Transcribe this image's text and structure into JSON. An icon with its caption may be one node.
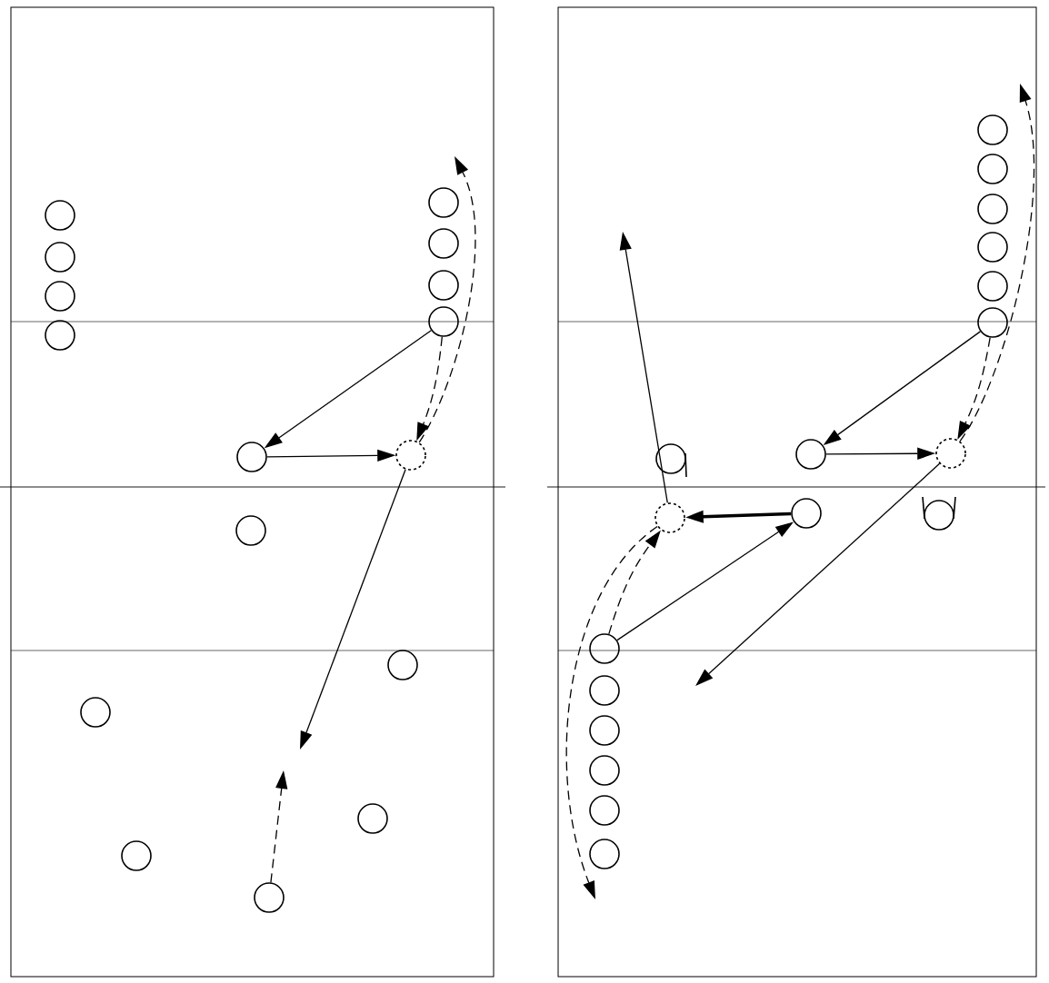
{
  "diagram": {
    "nodes": [
      {
        "text": [],
        "shape": "circle"
      },
      {
        "text": [],
        "shape": "circle"
      },
      {
        "text": [],
        "shape": "circle"
      },
      {
        "text": [],
        "shape": "circle"
      },
      {
        "text": [],
        "shape": "circle"
      },
      {
        "text": [],
        "shape": "circle"
      },
      {
        "text": [],
        "shape": "circle"
      },
      {
        "text": [],
        "shape": "circle"
      },
      {
        "text": [],
        "shape": "circle"
      },
      {
        "text": [],
        "shape": "circle"
      },
      {
        "text": [],
        "shape": "circle"
      },
      {
        "text": [],
        "shape": "circle"
      },
      {
        "text": [],
        "shape": "circle"
      },
      {
        "text": [],
        "shape": "circle"
      },
      {
        "text": [],
        "shape": "circle"
      },
      {
        "text": [],
        "shape": "circle"
      },
      {
        "text": [],
        "shape": "circle"
      },
      {
        "text": [],
        "shape": "circle"
      },
      {
        "text": [],
        "shape": "circle"
      },
      {
        "text": [],
        "shape": "circle"
      },
      {
        "text": [],
        "shape": "circle"
      },
      {
        "text": [],
        "shape": "circle"
      },
      {
        "text": [],
        "shape": "circle"
      },
      {
        "text": [],
        "shape": "circle"
      },
      {
        "text": [],
        "shape": "circle"
      },
      {
        "text": [],
        "shape": "circle"
      },
      {
        "text": [],
        "shape": "circle"
      },
      {
        "text": [],
        "shape": "circle"
      },
      {
        "text": [],
        "shape": "circle"
      },
      {
        "text": [],
        "shape": "circle"
      },
      {
        "text": [],
        "shape": "circle"
      },
      {
        "text": [],
        "shape": "circle"
      },
      {
        "text": [],
        "shape": "circle"
      },
      {
        "text": [],
        "shape": "circle"
      }
    ],
    "edges": [
      {
        "from": 7,
        "to": 8,
        "arrow": "to"
      },
      {
        "from": 8,
        "to": 9,
        "arrow": "to"
      },
      {
        "from": 7,
        "to": 9,
        "arrow": "to",
        "style": "dashed"
      },
      {
        "from": 9,
        "to": null,
        "arrow": "to",
        "style": "dashed"
      },
      {
        "from": 9,
        "to": null,
        "arrow": "to"
      },
      {
        "from": 15,
        "to": null,
        "arrow": "to",
        "style": "dashed"
      },
      {
        "from": 21,
        "to": 23,
        "arrow": "to"
      },
      {
        "from": 23,
        "to": 24,
        "arrow": "to"
      },
      {
        "from": 21,
        "to": 24,
        "arrow": "to",
        "style": "dashed"
      },
      {
        "from": 24,
        "to": null,
        "arrow": "to",
        "style": "dashed"
      },
      {
        "from": 24,
        "to": null,
        "arrow": "to"
      },
      {
        "from": 28,
        "to": 26,
        "arrow": "to"
      },
      {
        "from": 26,
        "to": 25,
        "arrow": "to",
        "style": "thick"
      },
      {
        "from": 28,
        "to": 25,
        "arrow": "to",
        "style": "dashed"
      },
      {
        "from": 25,
        "to": null,
        "arrow": "to"
      },
      {
        "from": 25,
        "to": null,
        "arrow": "to",
        "style": "dashed"
      }
    ]
  }
}
